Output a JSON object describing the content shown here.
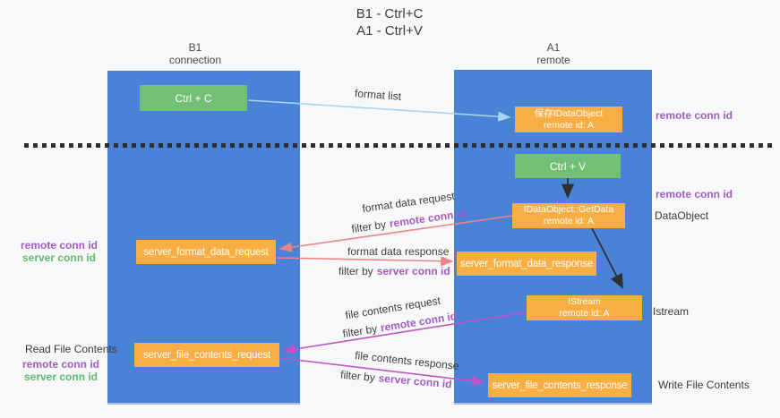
{
  "title": {
    "line1": "B1 - Ctrl+C",
    "line2": "A1 - Ctrl+V"
  },
  "lanes": {
    "left": {
      "name": "B1",
      "subtitle": "connection"
    },
    "right": {
      "name": "A1",
      "subtitle": "remote"
    }
  },
  "boxes": {
    "ctrl_c": "Ctrl + C",
    "ctrl_v": "Ctrl + V",
    "save_idataobject": {
      "line1": "保存IDataObject",
      "line2": "remote id: A"
    },
    "getdata": {
      "line1": "IDataObject::GetData",
      "line2": "remote id: A"
    },
    "istream": {
      "line1": "IStream",
      "line2": "remote id: A"
    },
    "server_format_data_request": "server_format_data_request",
    "server_format_data_response": "server_format_data_response",
    "server_file_contents_request": "server_file_contents_request",
    "server_file_contents_response": "server_file_contents_response"
  },
  "messages": {
    "format_list": "format list",
    "format_data_request": "format data request",
    "format_data_response": "format data response",
    "file_contents_request": "file contents request",
    "file_contents_response": "file contents response",
    "filter_by": "filter by",
    "remote_conn_id": "remote conn id",
    "server_conn_id": "server conn id"
  },
  "annotations": {
    "right_top_remote_conn_id": "remote conn id",
    "right_mid_remote_conn_id": "remote conn id",
    "data_object": "DataObject",
    "istream": "Istream",
    "write_file_contents": "Write File Contents",
    "read_file_contents": "Read File Contents",
    "left_format_remote_conn_id": "remote conn id",
    "left_format_server_conn_id": "server conn id",
    "left_file_remote_conn_id": "remote conn id",
    "left_file_server_conn_id": "server conn id"
  },
  "colors": {
    "lane_blue": "#4a82d8",
    "box_green": "#72c076",
    "box_orange": "#f8ae43",
    "label_purple": "#a35cc5",
    "label_green": "#5fbb6b",
    "arrow_red": "#e98585",
    "arrow_pink": "#c353c5",
    "arrow_light_blue": "#a9d3f1",
    "arrow_black": "#2f2f2f"
  }
}
